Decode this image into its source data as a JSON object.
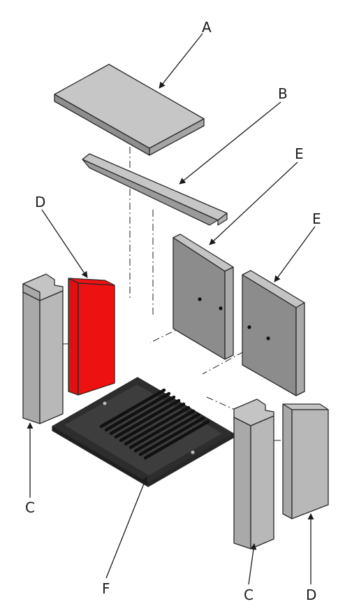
{
  "labels": {
    "a": "A",
    "b": "B",
    "c_left": "C",
    "c_right": "C",
    "d_left": "D",
    "d_right": "D",
    "e_top": "E",
    "e_right": "E",
    "f": "F"
  },
  "colors": {
    "highlight": "#ee1111",
    "panel_light": "#c4c4c4",
    "panel_mid": "#a9a9a9",
    "panel_dark": "#8c8c8c",
    "grate": "#2d2d2d"
  }
}
